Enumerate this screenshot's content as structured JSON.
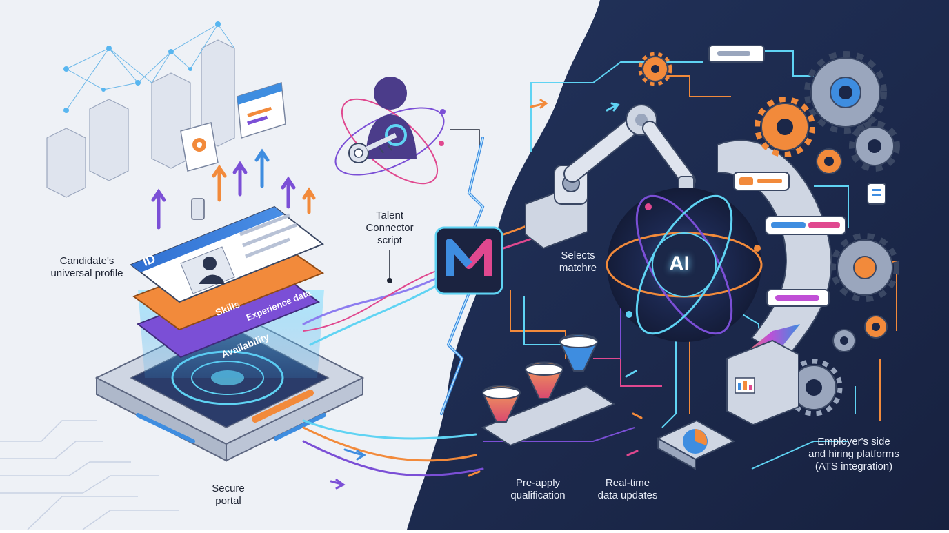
{
  "labels": {
    "candidate_profile": [
      "Candidate's",
      "universal profile"
    ],
    "talent_connector": [
      "Talent",
      "Connector",
      "script"
    ],
    "secure_portal": [
      "Secure",
      "portal"
    ],
    "selects_matches": [
      "Selects",
      "matchre"
    ],
    "pre_apply": [
      "Pre-apply",
      "qualification"
    ],
    "real_time": [
      "Real-time",
      "data updates"
    ],
    "employer_side": [
      "Employer's side",
      "and hiring platforms",
      "(ATS integration)"
    ],
    "ai_core": "AI"
  },
  "profile_card": {
    "id_tag": "ID",
    "layer_skills": "Skills",
    "layer_experience": "Experience data",
    "layer_availability": "Availability"
  },
  "icons": [
    "building-icon",
    "gear-icon",
    "browser-window-icon",
    "user-key-icon",
    "connector-logo-icon",
    "robot-arm-icon",
    "gear-cluster-icon",
    "funnel-icon",
    "ats-machine-icon",
    "dashboard-icon"
  ],
  "colors": {
    "background_light": "#eef1f6",
    "background_dark": "#1b2748",
    "accent_orange": "#f28a3b",
    "accent_purple": "#7b4fd6",
    "accent_blue": "#3e8de0",
    "accent_cyan": "#5fd3f3"
  }
}
